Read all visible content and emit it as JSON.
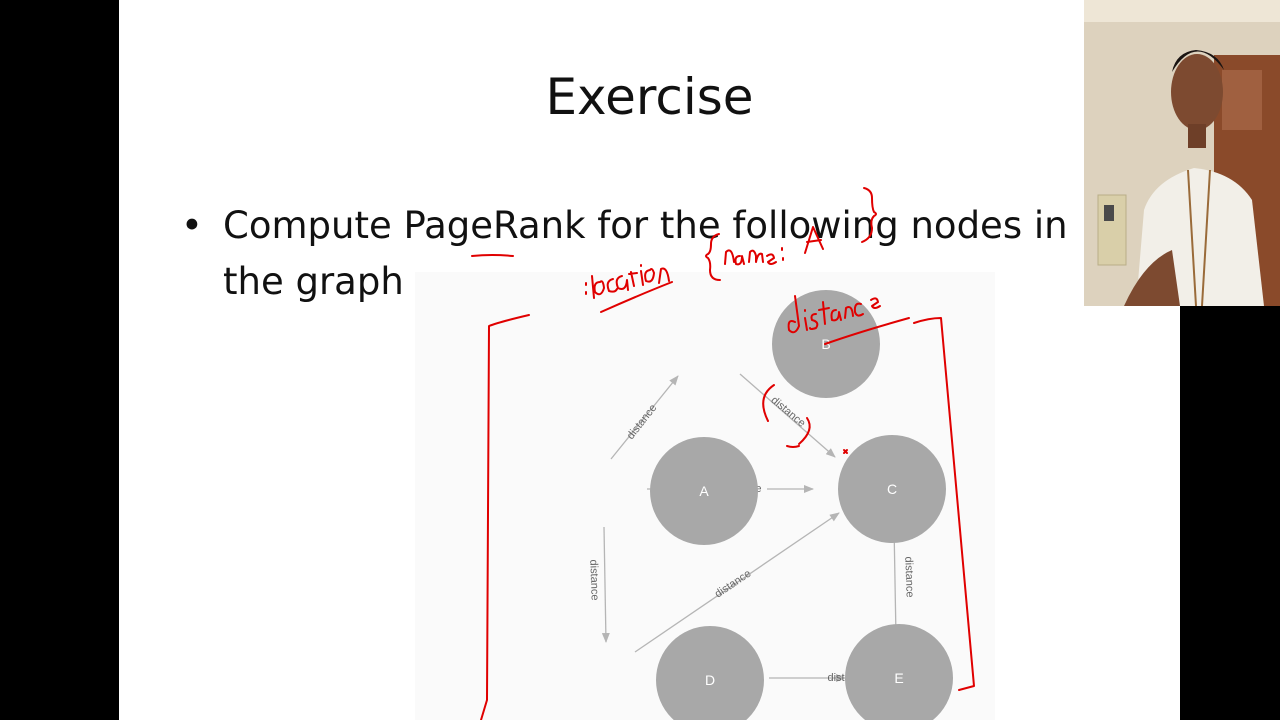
{
  "slide": {
    "title": "Exercise",
    "bullet_symbol": "•",
    "bullet_line1": "Compute PageRank for the following nodes in",
    "bullet_line2": "the graph"
  },
  "graph": {
    "nodes": [
      "A",
      "B",
      "C",
      "D",
      "E"
    ],
    "edge_label": "distance",
    "edges": [
      {
        "from": "A",
        "to": "B",
        "label": "distance"
      },
      {
        "from": "B",
        "to": "C",
        "label": "distance"
      },
      {
        "from": "A",
        "to": "C",
        "label": "distance"
      },
      {
        "from": "A",
        "to": "D",
        "label": "distance"
      },
      {
        "from": "D",
        "to": "C",
        "label": "distance"
      },
      {
        "from": "C",
        "to": "E",
        "label": "distance"
      },
      {
        "from": "D",
        "to": "E",
        "label": "distance"
      }
    ]
  },
  "annotations": {
    "handwritten_1": ":location{name:A}",
    "handwritten_2": "distance",
    "handwritten_3": "(distance)",
    "ink_color": "#e00000"
  },
  "colors": {
    "node_fill": "#a8a8a8",
    "edge": "#b5b5b5",
    "background": "#000000",
    "slide": "#ffffff"
  }
}
